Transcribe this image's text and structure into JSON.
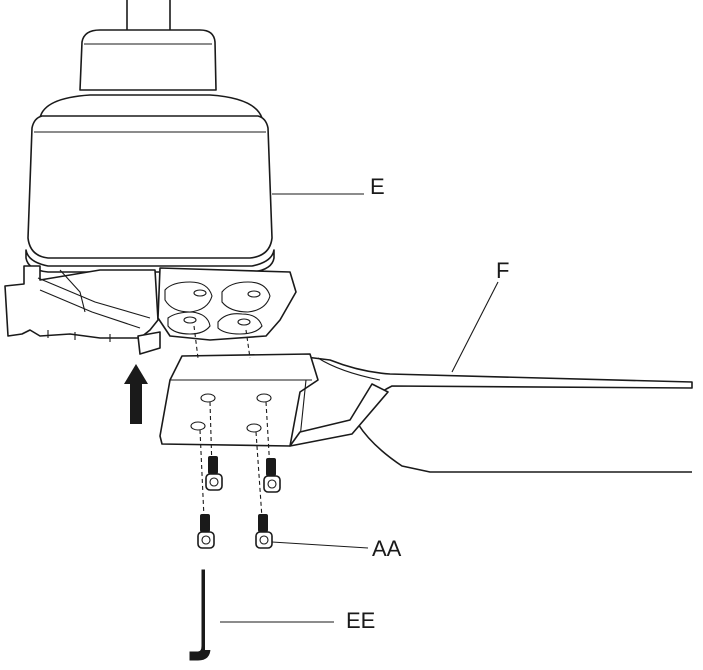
{
  "labels": {
    "motor": "E",
    "blade": "F",
    "screws": "AA",
    "hex_key": "EE"
  },
  "colors": {
    "line": "#1a1a1a",
    "background": "#ffffff"
  }
}
